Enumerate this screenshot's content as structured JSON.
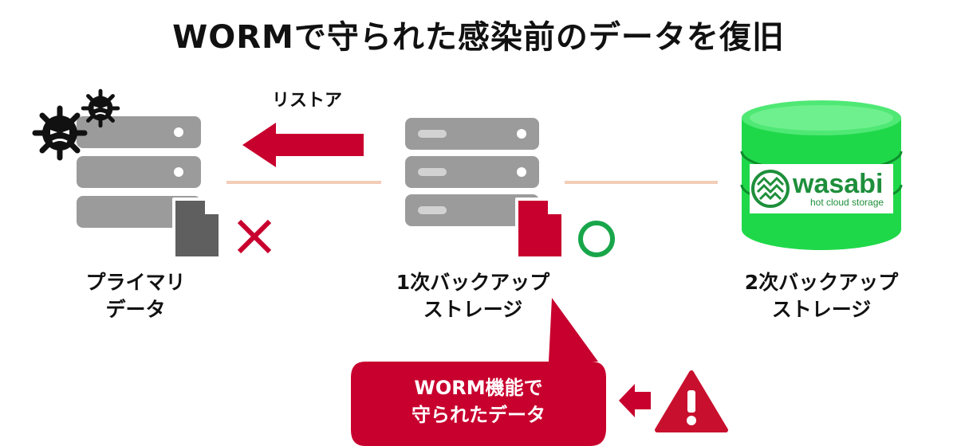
{
  "title": "WORMで守られた感染前のデータを復旧",
  "restore_label": "リストア",
  "nodes": {
    "primary": {
      "line1": "プライマリ",
      "line2": "データ"
    },
    "backup1": {
      "line1": "1次バックアップ",
      "line2": "ストレージ"
    },
    "backup2": {
      "line1": "2次バックアップ",
      "line2": "ストレージ"
    }
  },
  "wasabi_logo": {
    "name": "wasabi",
    "tagline": "hot cloud storage"
  },
  "callout": {
    "line1": "WORM機能で",
    "line2": "守られたデータ"
  },
  "colors": {
    "accent_red": "#c8002e",
    "server_gray": "#9b9b9b",
    "connector_peach": "#f2cdb8",
    "wasabi_green": "#1fd84a",
    "ok_green": "#18a64a",
    "warning_red": "#c8102e"
  },
  "icons": [
    "virus-icon",
    "server-icon",
    "document-icon",
    "cross-icon",
    "circle-ok-icon",
    "arrow-left-icon",
    "warning-icon",
    "database-icon"
  ]
}
